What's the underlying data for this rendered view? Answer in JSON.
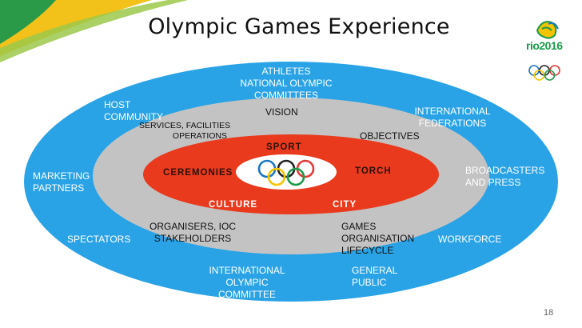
{
  "title": "Olympic Games Experience",
  "page_number": "18",
  "logo": {
    "text": "rio2016",
    "colors": {
      "green": "#1b9a4a",
      "orange": "#f07a1a",
      "yellow": "#f5c400",
      "blue": "#1a76c2"
    }
  },
  "colors": {
    "outer_ring": "#2aa3e6",
    "middle_ring": "#c3c3c3",
    "inner_ring": "#ea3a1d",
    "core": "#ffffff",
    "rings": [
      "#1a76c2",
      "#f5c400",
      "#222222",
      "#1b9a4a",
      "#e53935"
    ]
  },
  "outer_labels": {
    "athletes": "ATHLETES\nNATIONAL OLYMPIC\nCOMMITTEES",
    "host": "HOST\nCOMMUNITY",
    "international_federations": "INTERNATIONAL\nFEDERATIONS",
    "marketing": "MARKETING\nPARTNERS",
    "broadcasters": "BROADCASTERS\nAND PRESS",
    "spectators": "SPECTATORS",
    "workforce": "WORKFORCE",
    "ioc": "INTERNATIONAL\nOLYMPIC\nCOMMITTEE",
    "general_public": "GENERAL\nPUBLIC"
  },
  "middle_labels": {
    "vision": "VISION",
    "services": "SERVICES, FACILITIES\nOPERATIONS",
    "objectives": "OBJECTIVES",
    "organisers": "ORGANISERS, IOC\nSTAKEHOLDERS",
    "lifecycle": "GAMES\nORGANISATION\nLIFECYCLE"
  },
  "inner_labels": {
    "sport": "SPORT",
    "ceremonies": "CEREMONIES",
    "torch": "TORCH",
    "culture": "CULTURE",
    "city": "CITY"
  }
}
